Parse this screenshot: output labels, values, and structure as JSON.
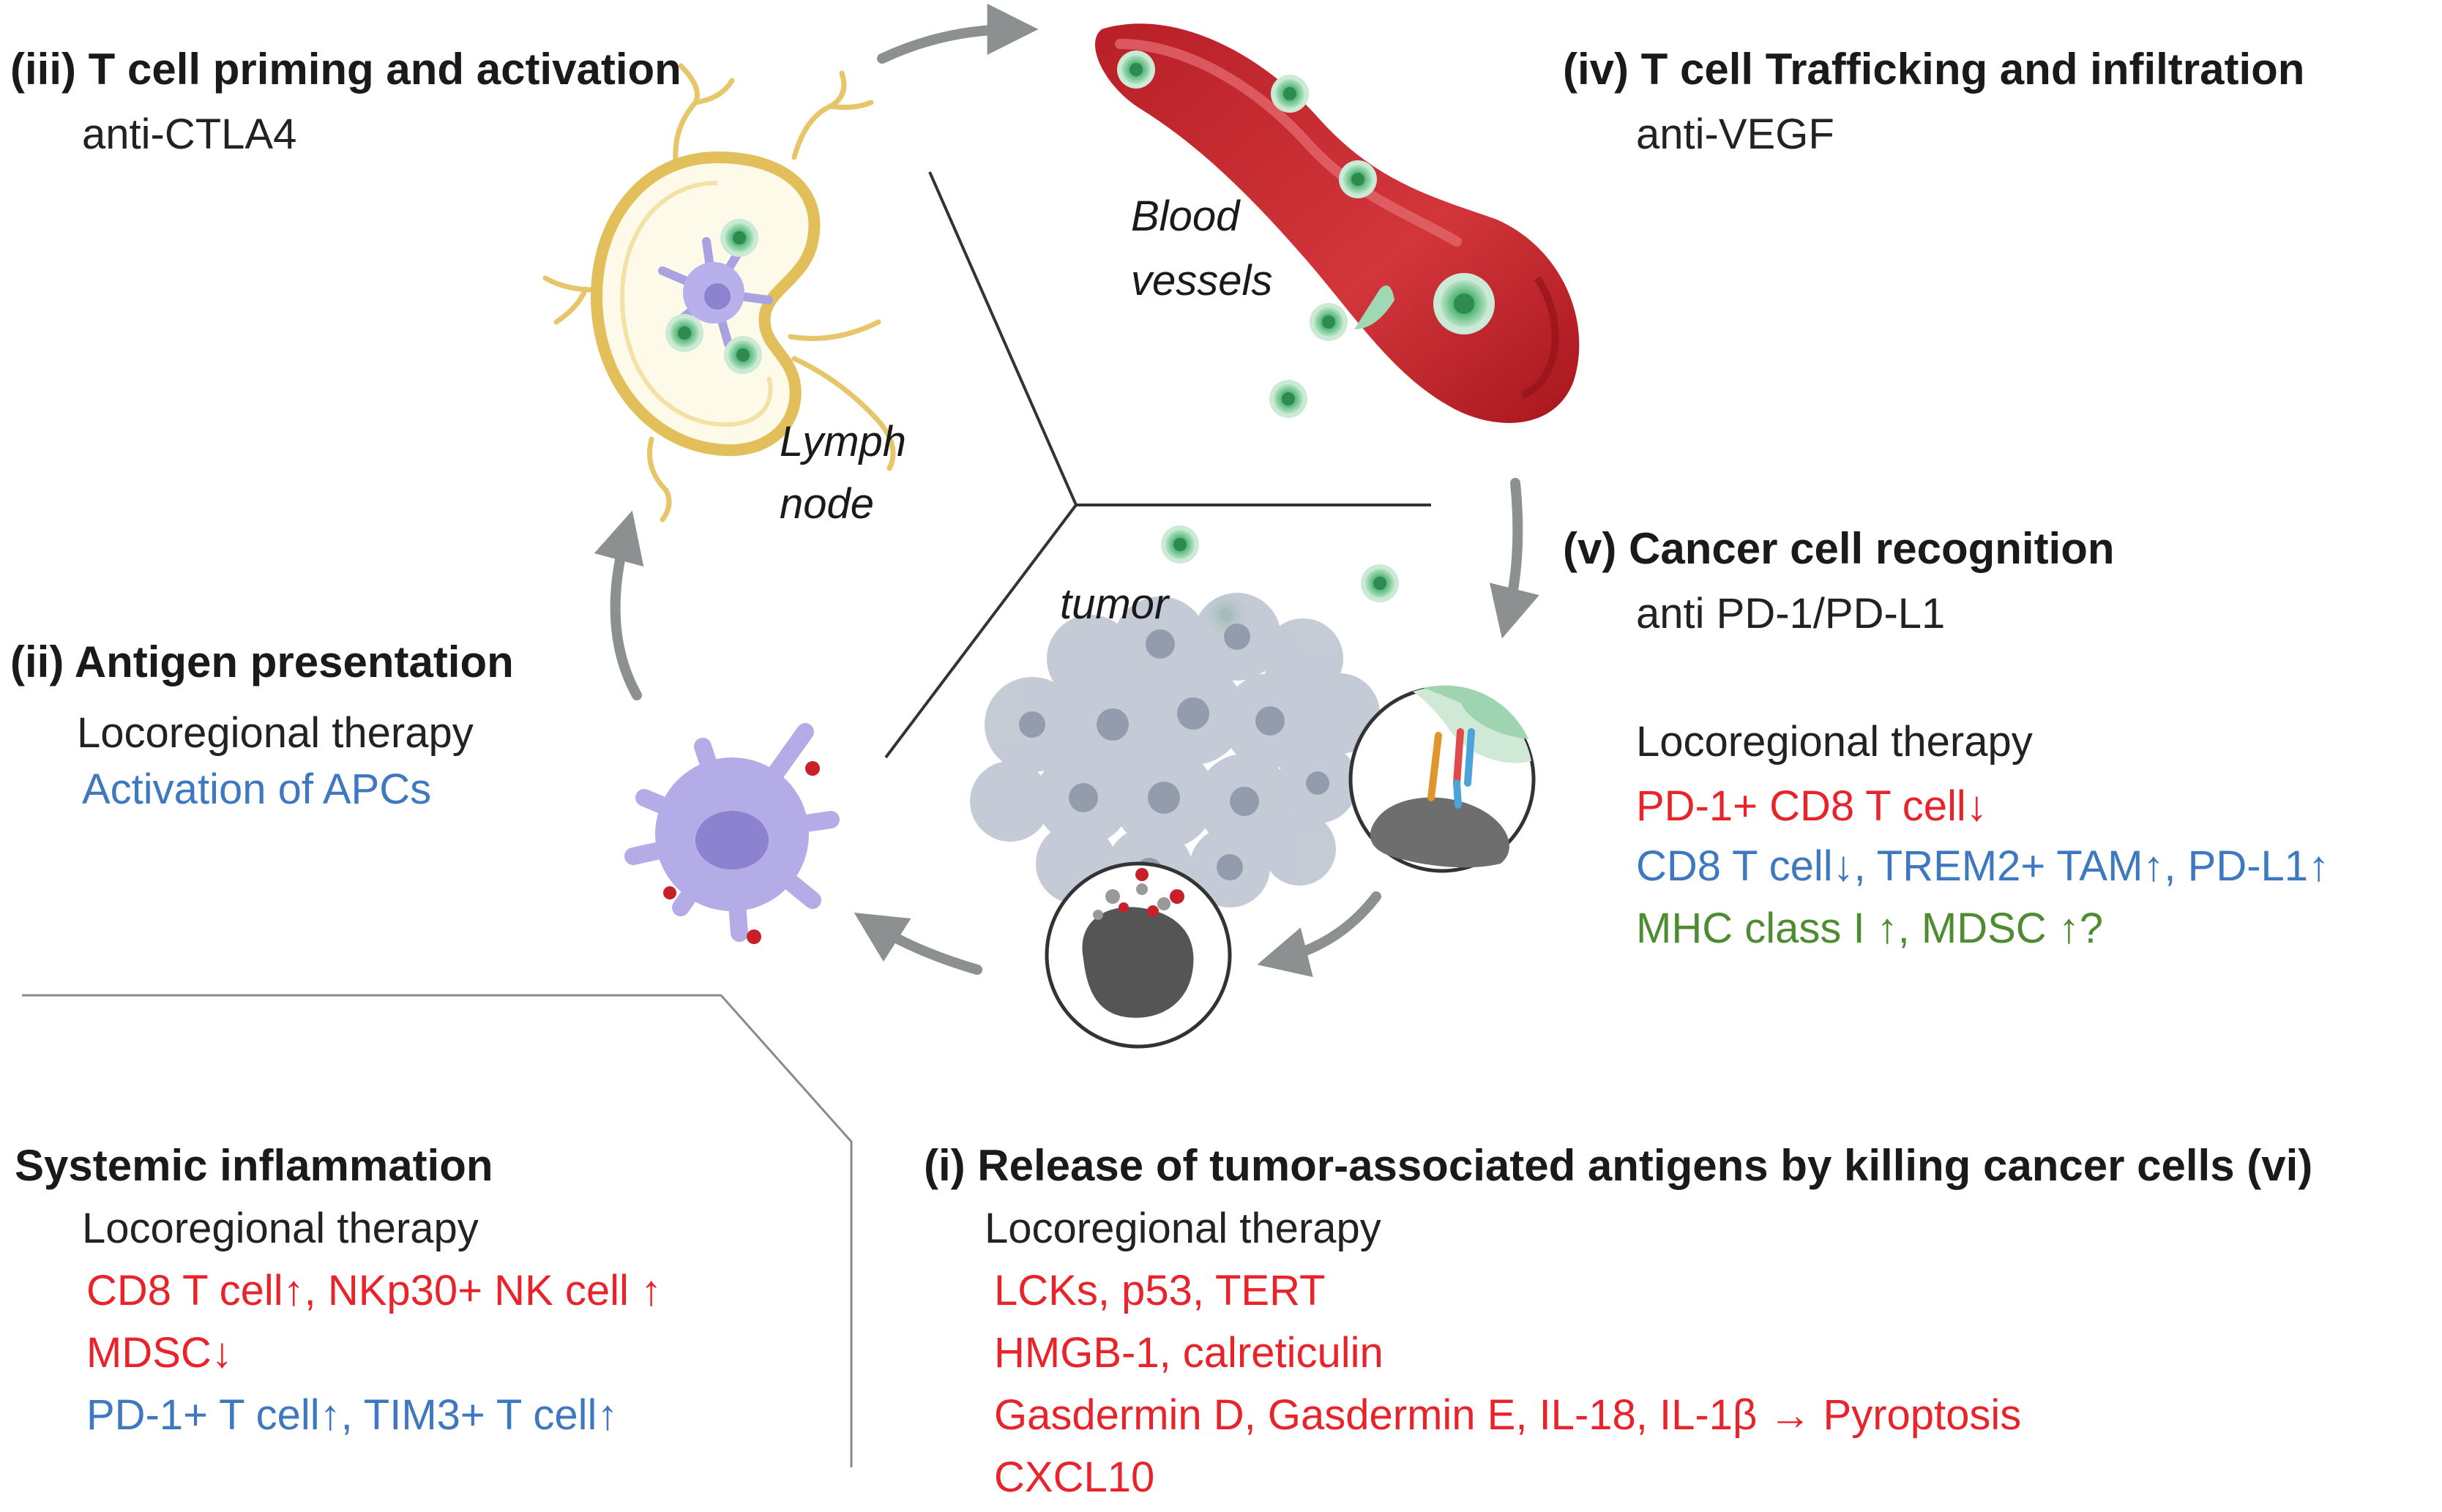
{
  "colors": {
    "red": "#e8232a",
    "blue": "#3d78c0",
    "green": "#4e8c32",
    "arrow": "#8c9091",
    "line": "#333333",
    "vessel": "#c0272d",
    "tcell": "#5cbf7e",
    "apc": "#b3ace6",
    "node": "#e7c66a",
    "tumor": "#a9b2c0"
  },
  "stages": {
    "iii": {
      "title": "(iii) T cell priming and activation",
      "drug": "anti-CTLA4"
    },
    "iv": {
      "title": "(iv) T cell Trafficking and infiltration",
      "drug": "anti-VEGF"
    },
    "v": {
      "title": "(v) Cancer cell recognition",
      "drug": "anti PD-1/PD-L1",
      "therapy": "Locoregional therapy",
      "effects": [
        "PD-1+ CD8 T cell↓",
        "CD8 T cell↓, TREM2+ TAM↑, PD-L1↑",
        "MHC class I ↑, MDSC ↑?"
      ]
    },
    "ii": {
      "title": "(ii) Antigen presentation",
      "therapy": "Locoregional therapy",
      "effects": [
        "Activation of APCs"
      ]
    },
    "systemic": {
      "title": "Systemic inflammation",
      "therapy": "Locoregional therapy",
      "effects": [
        "CD8 T cell↑, NKp30+ NK cell ↑",
        "MDSC↓",
        "PD-1+ T cell↑, TIM3+ T cell↑"
      ]
    },
    "i": {
      "title": "(i) Release of tumor-associated antigens by killing cancer cells (vi)",
      "therapy": "Locoregional therapy",
      "effects": [
        "LCKs, p53, TERT",
        "HMGB-1, calreticulin",
        "Gasdermin D, Gasdermin E, IL-18, IL-1β → Pyroptosis",
        "CXCL10"
      ]
    }
  },
  "labels": {
    "lymph_node": [
      "Lymph",
      "node"
    ],
    "blood_vessels": [
      "Blood",
      "vessels"
    ],
    "tumor": "tumor"
  },
  "icons": [
    "lymph-node-icon",
    "blood-vessel-icon",
    "tumor-mass-icon",
    "dendritic-cell-icon",
    "t-cell-icon",
    "dying-cancer-cell-icon",
    "tcr-recognition-icon",
    "cycle-arrow-icon"
  ]
}
